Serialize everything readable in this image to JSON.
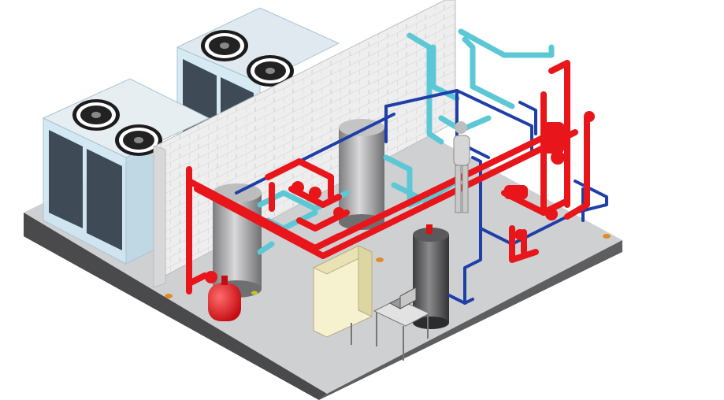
{
  "scene": {
    "colors": {
      "background": "#ffffff",
      "hot_pipe": "#e8161b",
      "cold_pipe": "#1f3fa8",
      "aux_pipe": "#5cc8d6",
      "slab_top": "#cfd0d2",
      "slab_side": "#4c4c4e",
      "wall": "#eeeeee",
      "brick_line": "#cfcfcf",
      "tank": "#9e9e9e",
      "panel": "#f6f1cf",
      "glass": "#cfe6f2"
    },
    "components": [
      "condenser-unit-rear",
      "condenser-unit-front",
      "brick-partition-wall",
      "storage-tank-left",
      "storage-tank-center",
      "buffer-tank-dark",
      "expansion-vessel",
      "electrical-panel",
      "workstation-desk",
      "technician-figure"
    ]
  }
}
